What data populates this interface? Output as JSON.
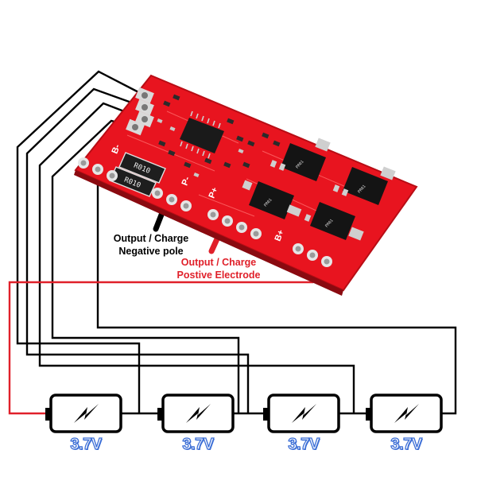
{
  "labels": {
    "negative": {
      "line1": "Output / Charge",
      "line2": "Negative pole"
    },
    "positive": {
      "line1": "Output / Charge",
      "line2": "Postive Electrode"
    }
  },
  "board": {
    "terminal_labels": [
      "B-",
      "P-",
      "P+",
      "B+"
    ],
    "resistor_labels": [
      "R010",
      "R010"
    ],
    "mosfet_labels": [
      "PR01\n2102",
      "PR01\n2102",
      "PR01\n2102",
      "PR01\n2102"
    ]
  },
  "cells": [
    {
      "label": "3.7V"
    },
    {
      "label": "3.7V"
    },
    {
      "label": "3.7V"
    },
    {
      "label": "3.7V"
    }
  ],
  "colors": {
    "board": "#e8141f",
    "board_edge": "#b80d15",
    "wire": "#000000",
    "wire_positive": "#e0202a",
    "cell_label": "#3d6fd6"
  }
}
